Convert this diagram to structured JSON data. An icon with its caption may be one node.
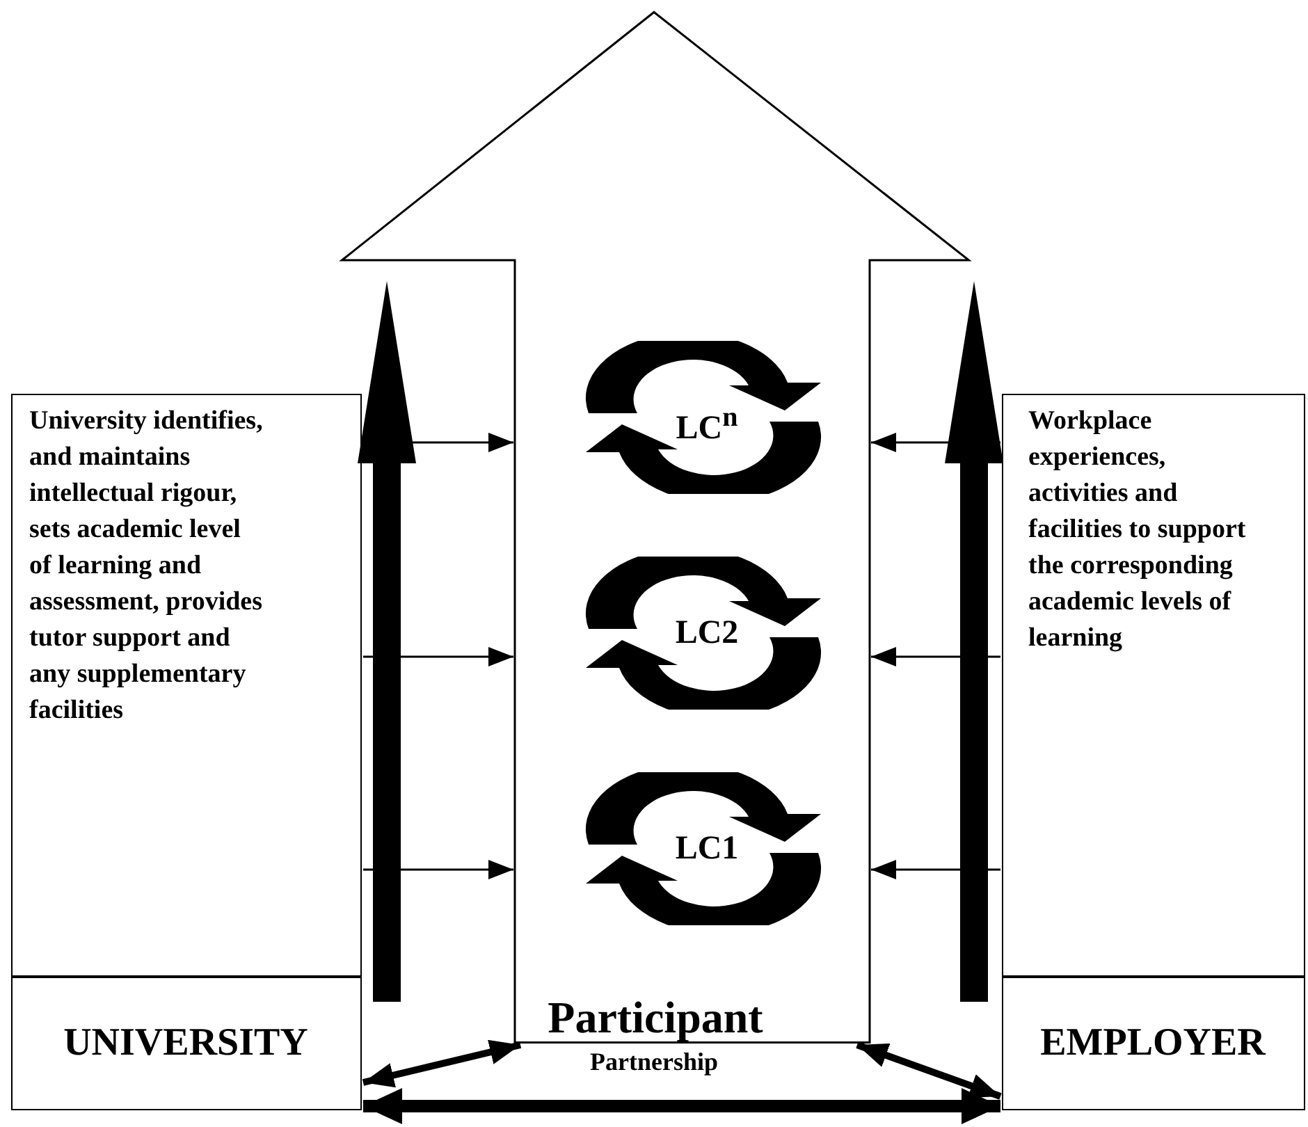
{
  "diagram": {
    "nodes": [
      {
        "text": [
          "Participant"
        ]
      },
      {
        "text": [
          "LC$^{n}$"
        ],
        "in": 0
      },
      {
        "text": [
          "LC2"
        ],
        "in": 0
      },
      {
        "text": [
          "LC1"
        ],
        "in": 0
      },
      {
        "text": [
          "University identifies, and maintains intellectual rigour, sets academic level of learning and assessment, provides tutor support and any supplementary facilities"
        ]
      },
      {
        "text": [
          "UNIVERSITY"
        ]
      },
      {
        "text": [
          "Workplace experiences, activities and facilities to support the corresponding academic levels of learning"
        ]
      },
      {
        "text": [
          "EMPLOYER"
        ]
      }
    ],
    "edges": [
      {
        "from": 4,
        "to": 0,
        "arrow": "to"
      },
      {
        "from": 4,
        "to": 0,
        "arrow": "to"
      },
      {
        "from": 4,
        "to": 0,
        "arrow": "to"
      },
      {
        "from": 6,
        "to": 0,
        "arrow": "to"
      },
      {
        "from": 6,
        "to": 0,
        "arrow": "to"
      },
      {
        "from": 6,
        "to": 0,
        "arrow": "to"
      },
      {
        "from": 5,
        "to": 0,
        "arrow": "both",
        "style": "thick"
      },
      {
        "from": 0,
        "to": 7,
        "arrow": "both",
        "style": "thick"
      },
      {
        "from": 5,
        "to": 7,
        "arrow": "both",
        "style": "thick",
        "label": "Partnership"
      }
    ]
  }
}
